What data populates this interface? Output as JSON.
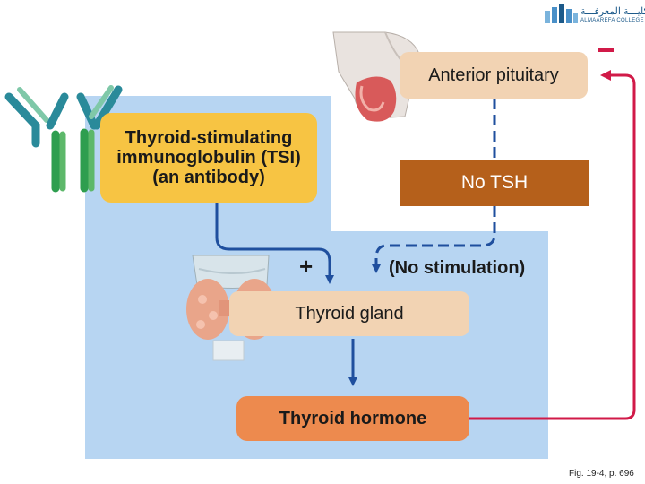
{
  "colors": {
    "panel": "#b7d5f2",
    "tsi_box": "#f7c443",
    "beige_box": "#f2d3b3",
    "no_tsh_box": "#b5601b",
    "hormone_box": "#ed8a4e",
    "arrow_blue": "#1f4f9e",
    "feedback_red": "#d11a48",
    "antibody_green": "#2e9e4f",
    "antibody_teal": "#2a8a9a"
  },
  "logo": {
    "arabic_text": "كليـــة المعرفـــة",
    "english_text": "ALMAAREFA COLLEGE",
    "icon": "college-building-icon"
  },
  "diagram": {
    "tsi_label": "Thyroid-stimulating\nimmunoglobulin (TSI)\n(an antibody)",
    "anterior_pituitary_label": "Anterior pituitary",
    "no_tsh_label": "No TSH",
    "no_stimulation_label": "(No stimulation)",
    "thyroid_gland_label": "Thyroid gland",
    "thyroid_hormone_label": "Thyroid hormone",
    "plus_sign": "+",
    "minus_sign": "–",
    "antibody_icon": "antibody-icon",
    "pituitary_icon": "pituitary-illustration",
    "thyroid_icon": "thyroid-illustration"
  },
  "caption": "Fig. 19-4, p. 696"
}
